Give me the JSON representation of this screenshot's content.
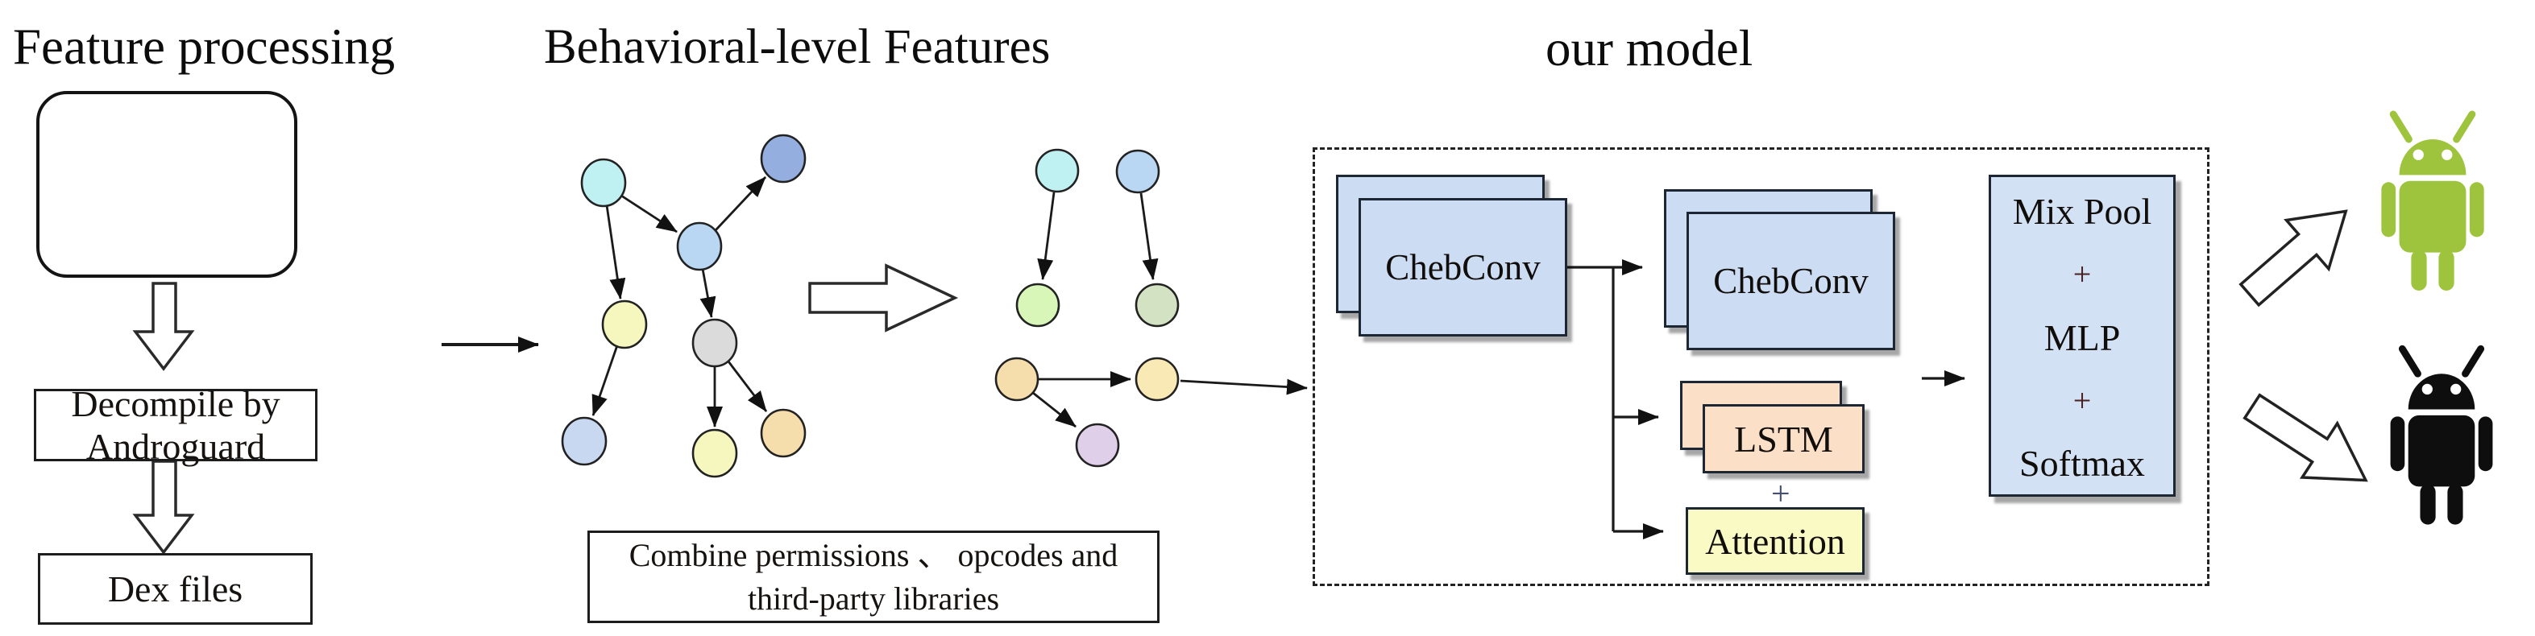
{
  "titles": {
    "feature_processing": "Feature processing",
    "behavioral_features": "Behavioral-level Features",
    "our_model": "our model"
  },
  "left_pipeline": {
    "decompile_label": "Decompile by Androguard",
    "dex_label": "Dex files"
  },
  "behavioral": {
    "combine_line1": "Combine permissions 、 opcodes and",
    "combine_line2": "third-party libraries"
  },
  "model": {
    "chebconv1_label": "ChebConv",
    "chebconv2_label": "ChebConv",
    "lstm_label": "LSTM",
    "plus_label": "+",
    "attention_label": "Attention",
    "mixpool_lines": [
      "Mix Pool",
      "+",
      "MLP",
      "+",
      "Softmax"
    ]
  },
  "icons": {
    "input_apps": [
      "android-robot-icon-green",
      "android-robot-icon-black"
    ],
    "output_benign": "android-robot-icon-green",
    "output_malware": "android-robot-icon-black",
    "flow_arrows": [
      "down-block-arrow",
      "down-block-arrow",
      "right-line-arrow",
      "right-block-arrow",
      "up-right-outline-arrow",
      "down-right-outline-arrow"
    ]
  },
  "colors": {
    "android_green": "#9dc43c",
    "android_black": "#0e0e0e",
    "card_blue": "#ccdcf3",
    "lstm_peach": "#fbdfc7",
    "attention_yellow": "#fafac5",
    "mixpool_blue": "#d3e1f5",
    "node_cyan": "#c0f1f2",
    "node_cornflower": "#94afdf",
    "node_lightblue": "#b9d6f2",
    "node_yellow": "#f6f6bf",
    "node_gray": "#dbdbdb",
    "node_periwinkle": "#c7d8f0",
    "node_wheat": "#f6deac",
    "node_green": "#d8f6b7",
    "node_sage": "#d2e2c2",
    "node_paleyellow": "#f8e9b5",
    "node_purple": "#e0cfe8",
    "edge_stroke": "#1a1a1a"
  }
}
